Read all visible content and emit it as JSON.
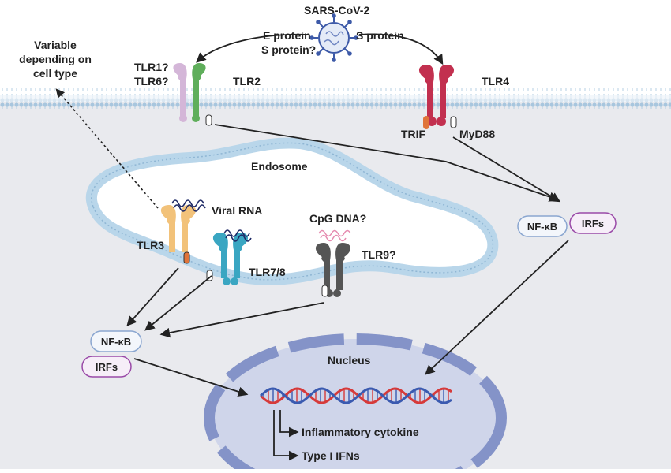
{
  "virus": {
    "name": "SARS-CoV-2",
    "left_ligands": [
      "E protein",
      "S protein?"
    ],
    "right_ligand": "S protein"
  },
  "surface_receptors": {
    "tlr1_tlr6": [
      "TLR1?",
      "TLR6?"
    ],
    "tlr2": "TLR2",
    "tlr4": "TLR4",
    "trif": "TRIF",
    "myd88": "MyD88"
  },
  "annotation": [
    "Variable",
    "depending on",
    "cell type"
  ],
  "endosome": {
    "label": "Endosome",
    "viral_rna": "Viral RNA",
    "tlr3": "TLR3",
    "tlr78": "TLR7/8",
    "cpg_dna": "CpG DNA?",
    "tlr9": "TLR9?"
  },
  "cytoplasm_signals": {
    "nfkb": "NF-κB",
    "irfs": "IRFs"
  },
  "surface_signals": {
    "nfkb": "NF-κB",
    "irfs": "IRFs"
  },
  "nucleus": {
    "label": "Nucleus",
    "outputs": [
      "Inflammatory cytokine",
      "Type I IFNs"
    ]
  },
  "colors": {
    "cytoplasm": "#e9eaee",
    "membrane": "#b9d6ea",
    "endosome_lumen": "#ffffff",
    "nucleus_fill": "#cfd5ea",
    "nucleus_envelope": "#8493c8",
    "tlr2": "#5fae5b",
    "tlr1_6": "#d4b6d8",
    "tlr4": "#c2304f",
    "tlr3": "#f2c27a",
    "tlr78": "#3aa6c2",
    "tlr9": "#555555",
    "trif": "#e0743a",
    "irfs_border": "#9a4aa8",
    "nfkb_border": "#8aa6d0",
    "dna_red": "#d63a3a",
    "dna_blue": "#3a5ab0",
    "rna": "#1f2a66",
    "cpg": "#e68cb0"
  }
}
